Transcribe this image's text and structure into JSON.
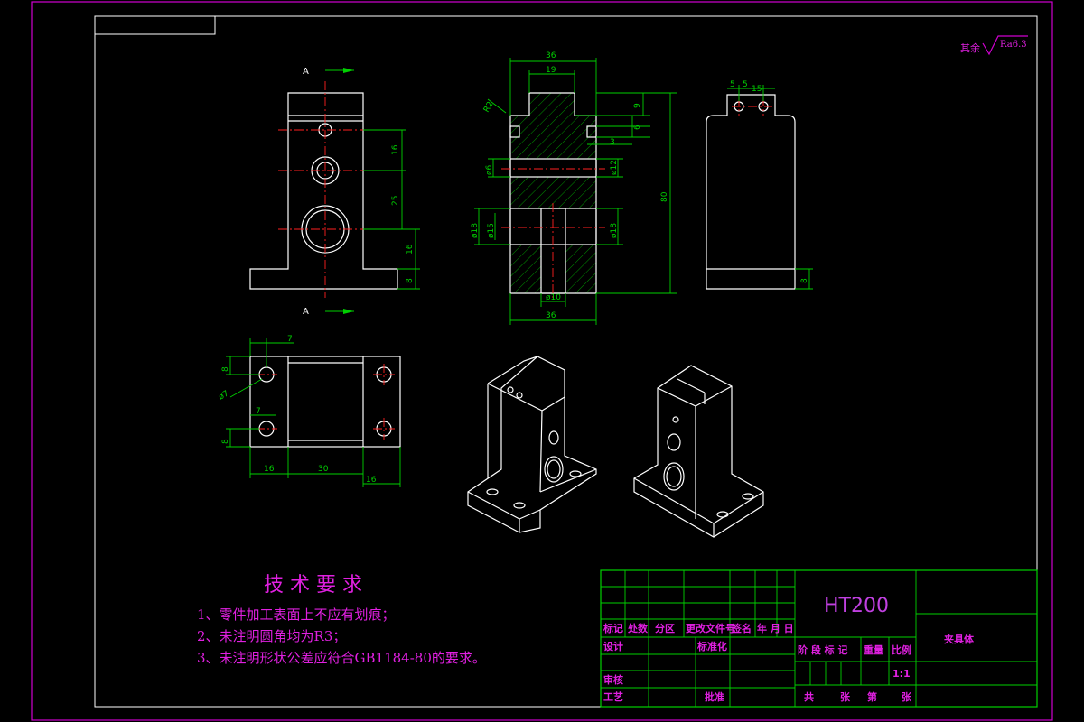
{
  "roughness": {
    "prefix": "其余",
    "value": "Ra6.3"
  },
  "section_labels": {
    "top": "A",
    "bottom": "A"
  },
  "front_dims": [
    "16",
    "25",
    "16",
    "8"
  ],
  "section_dims": [
    "36",
    "19",
    "R2",
    "9",
    "6",
    "3",
    "ø6",
    "ø12",
    "ø18",
    "ø15",
    "ø18",
    "80",
    "ø10",
    "36"
  ],
  "side_dims": [
    "5",
    "5",
    "15",
    "8"
  ],
  "top_dims": [
    "7",
    "8",
    "ø7",
    "7",
    "8",
    "16",
    "30",
    "16"
  ],
  "tech_req": {
    "title": "技 术 要 求",
    "items": [
      "1、零件加工表面上不应有划痕；",
      "2、未注明圆角均为R3；",
      "3、未注明形状公差应符合GB1184-80的要求。"
    ]
  },
  "title_block": {
    "material": "HT200",
    "part_name": "夹具体",
    "scale": "1:1",
    "labels": {
      "mark": "标记",
      "count": "处数",
      "zone": "分区",
      "docno": "更改文件号",
      "sign": "签名",
      "date": "年 月 日",
      "design": "设计",
      "standardize": "标准化",
      "stage_mark": "阶 段 标 记",
      "weight": "重量",
      "ratio": "比例",
      "review": "审核",
      "process": "工艺",
      "approve": "批准",
      "total": "共",
      "sheets": "张",
      "no": "第",
      "sheets2": "张"
    }
  },
  "colors": {
    "frame": "#d000d0",
    "dims": "#00d000",
    "outline": "#ffffff",
    "center": "#ff2020",
    "text": "#e020e0"
  }
}
